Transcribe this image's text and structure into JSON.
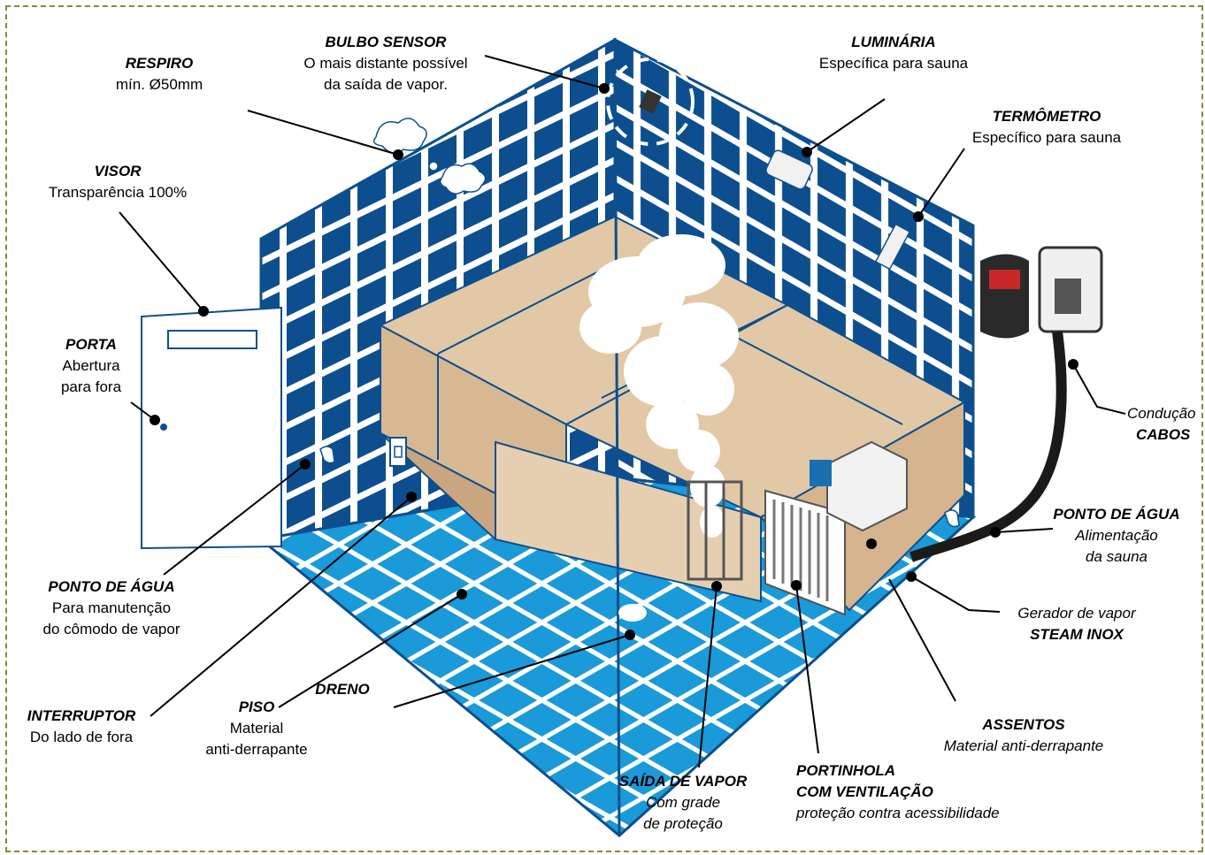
{
  "labels": {
    "bulbo": {
      "title": "BULBO SENSOR",
      "line1": "O mais distante possível",
      "line2": "da saída de vapor."
    },
    "luminaria": {
      "title": "LUMINÁRIA",
      "line1": "Específica para sauna"
    },
    "respiro": {
      "title": "RESPIRO",
      "line1": "mín. Ø50mm"
    },
    "termometro": {
      "title": "TERMÔMETRO",
      "line1": "Específico para sauna"
    },
    "visor": {
      "title": "VISOR",
      "line1": "Transparência 100%"
    },
    "porta": {
      "title": "PORTA",
      "line1": "Abertura",
      "line2": "para fora"
    },
    "conducao": {
      "line1": "Condução",
      "title": "CABOS"
    },
    "ponto_agua_right": {
      "title": "PONTO DE ÁGUA",
      "line1": "Alimentação",
      "line2": "da sauna"
    },
    "gerador": {
      "line1": "Gerador de vapor",
      "title": "STEAM INOX"
    },
    "ponto_agua_left": {
      "title": "PONTO DE ÁGUA",
      "line1": "Para manutenção",
      "line2": "do cômodo de vapor"
    },
    "interruptor": {
      "title": "INTERRUPTOR",
      "line1": "Do lado de fora"
    },
    "piso": {
      "title": "PISO",
      "line1": "Material",
      "line2": "anti-derrapante"
    },
    "dreno": {
      "title": "DRENO"
    },
    "assentos": {
      "title": "ASSENTOS",
      "line1": "Material anti-derrapante"
    },
    "saida": {
      "title": "SAÍDA DE VAPOR",
      "line1": "Com grade",
      "line2": "de proteção"
    },
    "portinhola": {
      "title": "PORTINHOLA",
      "title2": "COM VENTILAÇÃO",
      "line1": "proteção contra acessibilidade"
    }
  },
  "colors": {
    "tile_blue": "#0d4f8e",
    "floor_blue": "#1a9ad8",
    "bench_tan": "#e2c8a6",
    "frame_olive": "#8a8a3a"
  }
}
